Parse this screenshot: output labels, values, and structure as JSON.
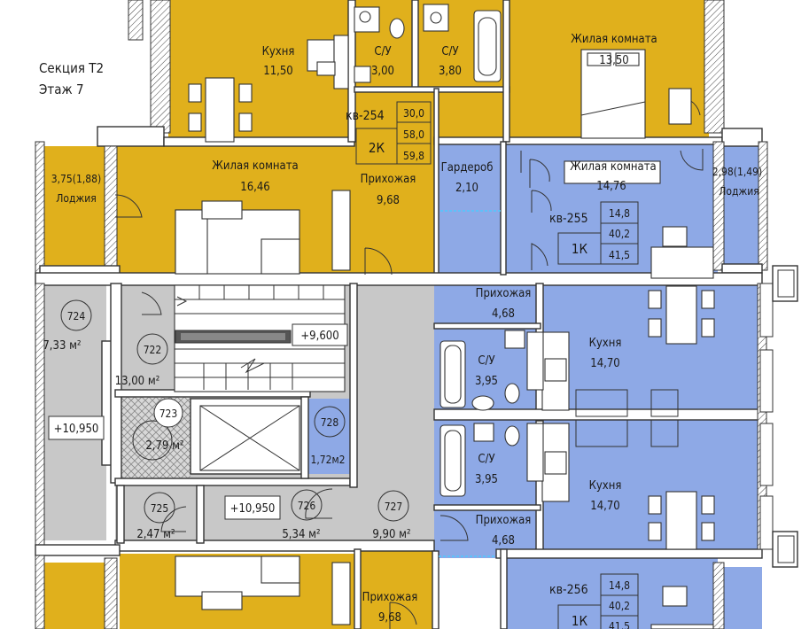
{
  "colors": {
    "yellow_apartment": "#e0b01c",
    "blue_apartment": "#8ea9e6",
    "common_area": "#c8c8c8",
    "wall": "#ffffff",
    "line": "#333333"
  },
  "section": {
    "line1": "Секция Т2",
    "line2": "Этаж 7"
  },
  "apartments": [
    {
      "id": "кв-254",
      "rooms": "2К",
      "areas": [
        "30,0",
        "58,0",
        "59,8"
      ],
      "spaces": [
        {
          "name": "Кухня",
          "area": "11,50"
        },
        {
          "name": "С/У",
          "area": "3,00"
        },
        {
          "name": "С/У",
          "area": "3,80"
        },
        {
          "name": "Жилая комната",
          "area": "13,50"
        },
        {
          "name": "Жилая комната",
          "area": "16,46"
        },
        {
          "name": "Прихожая",
          "area": "9,68"
        },
        {
          "name": "Лоджия",
          "area": "3,75(1,88)"
        }
      ]
    },
    {
      "id": "кв-255",
      "rooms": "1К",
      "areas": [
        "14,8",
        "40,2",
        "41,5"
      ],
      "spaces": [
        {
          "name": "Гардероб",
          "area": "2,10"
        },
        {
          "name": "Жилая комната",
          "area": "14,76"
        },
        {
          "name": "Лоджия",
          "area": "2,98(1,49)"
        },
        {
          "name": "Прихожая",
          "area": "4,68"
        },
        {
          "name": "С/У",
          "area": "3,95"
        },
        {
          "name": "Кухня",
          "area": "14,70"
        }
      ]
    },
    {
      "id": "кв-256",
      "rooms": "1К",
      "areas": [
        "14,8",
        "40,2",
        "41,5"
      ],
      "spaces": [
        {
          "name": "С/У",
          "area": "3,95"
        },
        {
          "name": "Кухня",
          "area": "14,70"
        },
        {
          "name": "Прихожая",
          "area": "4,68"
        }
      ]
    },
    {
      "id": "lower-left",
      "spaces": [
        {
          "name": "Прихожая",
          "area": "9,68"
        }
      ]
    }
  ],
  "common_rooms": [
    {
      "number": "724",
      "area": "7,33 м²"
    },
    {
      "number": "722",
      "area": "13,00 м²"
    },
    {
      "number": "723",
      "area": "2,79 м²"
    },
    {
      "number": "728",
      "area": "1,72м2"
    },
    {
      "number": "725",
      "area": "2,47 м²"
    },
    {
      "number": "726",
      "area": "5,34 м²"
    },
    {
      "number": "727",
      "area": "9,90 м²"
    }
  ],
  "elevations": [
    "+9,600",
    "+10,950",
    "+10,950"
  ]
}
